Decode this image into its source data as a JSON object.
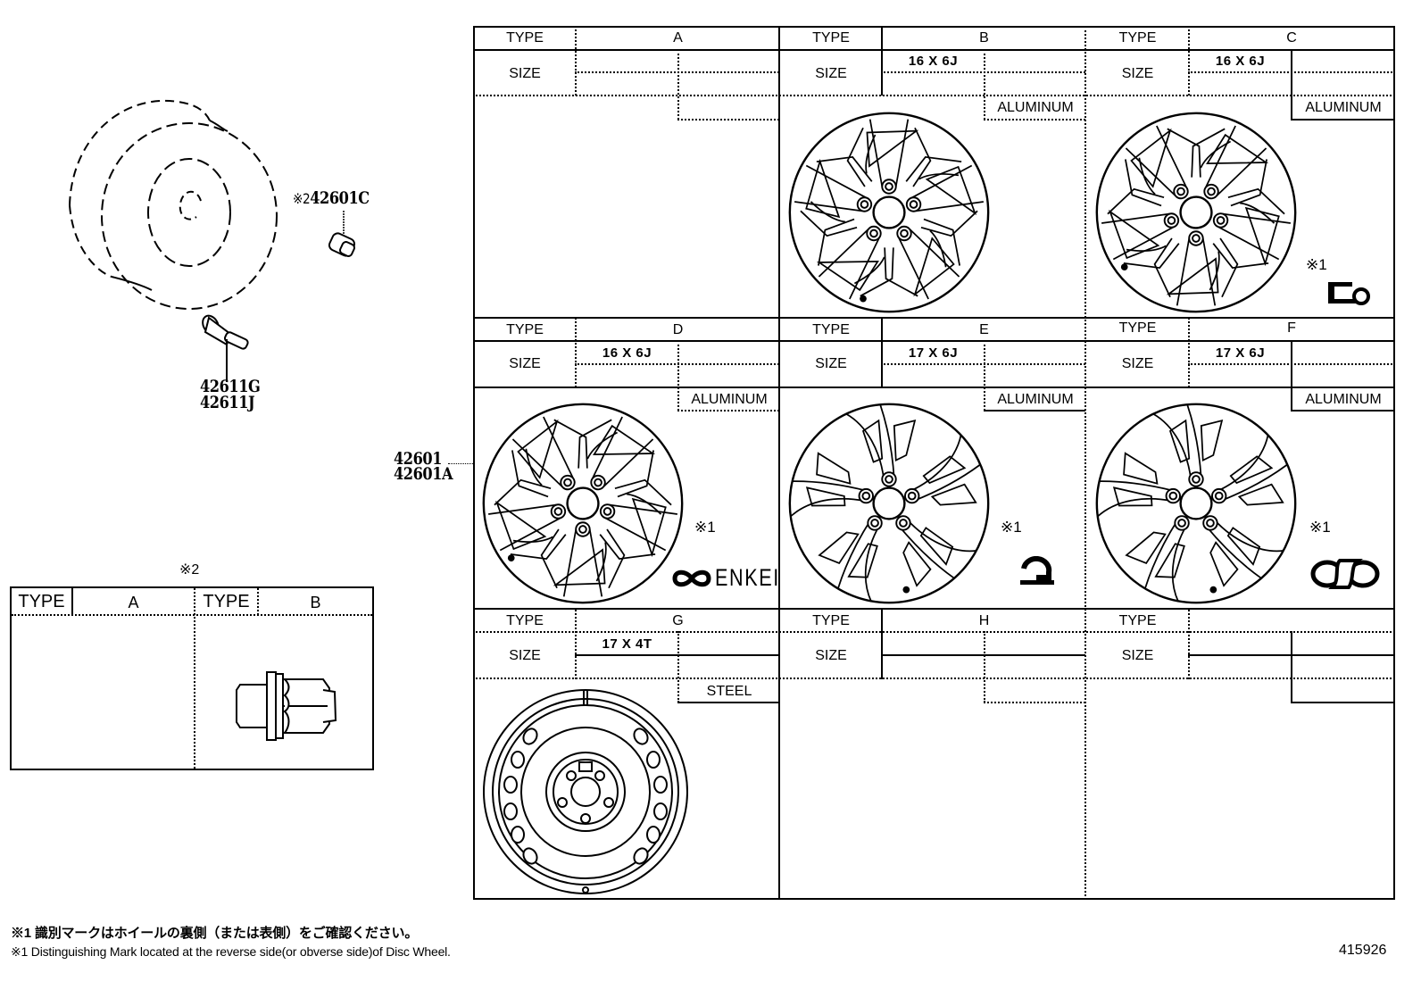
{
  "diagram": {
    "diagram_number": "415926",
    "exploded_parts": {
      "tire_label": "",
      "hub_nut": {
        "mark": "※2",
        "part_number": "42601C"
      },
      "valve": {
        "part_numbers": [
          "42611G",
          "42611J"
        ]
      },
      "wheel": {
        "part_numbers": [
          "42601",
          "42601A"
        ]
      }
    },
    "nut_table": {
      "mark": "※2",
      "columns": [
        {
          "type_label": "TYPE",
          "type_value": "A",
          "has_image": false
        },
        {
          "type_label": "TYPE",
          "type_value": "B",
          "has_image": true,
          "image": "lug-nut-icon"
        }
      ]
    },
    "wheel_table": {
      "type_label": "TYPE",
      "size_label": "SIZE",
      "rows": [
        [
          {
            "type": "A",
            "size": "",
            "material": "",
            "image": "",
            "mark": "",
            "brand": ""
          },
          {
            "type": "B",
            "size": "16 X 6J",
            "material": "ALUMINUM",
            "image": "alloy-wheel-10-spoke",
            "mark": "",
            "brand": ""
          },
          {
            "type": "C",
            "size": "16 X 6J",
            "material": "ALUMINUM",
            "image": "alloy-wheel-5-double-spoke",
            "mark": "※1",
            "brand": "maker-logo-c"
          }
        ],
        [
          {
            "type": "D",
            "size": "16 X 6J",
            "material": "ALUMINUM",
            "image": "alloy-wheel-5-double-spoke",
            "mark": "※1",
            "brand": "ENKEI"
          },
          {
            "type": "E",
            "size": "17 X 6J",
            "material": "ALUMINUM",
            "image": "alloy-wheel-twisted-spoke",
            "mark": "※1",
            "brand": "maker-logo-e"
          },
          {
            "type": "F",
            "size": "17 X 6J",
            "material": "ALUMINUM",
            "image": "alloy-wheel-twisted-spoke",
            "mark": "※1",
            "brand": "maker-logo-f"
          }
        ],
        [
          {
            "type": "G",
            "size": "17 X 4T",
            "material": "STEEL",
            "image": "steel-spare-wheel",
            "mark": "",
            "brand": ""
          },
          {
            "type": "H",
            "size": "",
            "material": "",
            "image": "",
            "mark": "",
            "brand": ""
          },
          {
            "type": "",
            "size": "",
            "material": "",
            "image": "",
            "mark": "",
            "brand": ""
          }
        ]
      ]
    },
    "footnotes": {
      "jp": "※1 識別マークはホイールの裏側（または表側）をご確認ください。",
      "en": "※1 Distinguishing Mark located at the reverse side(or obverse side)of Disc Wheel."
    }
  }
}
